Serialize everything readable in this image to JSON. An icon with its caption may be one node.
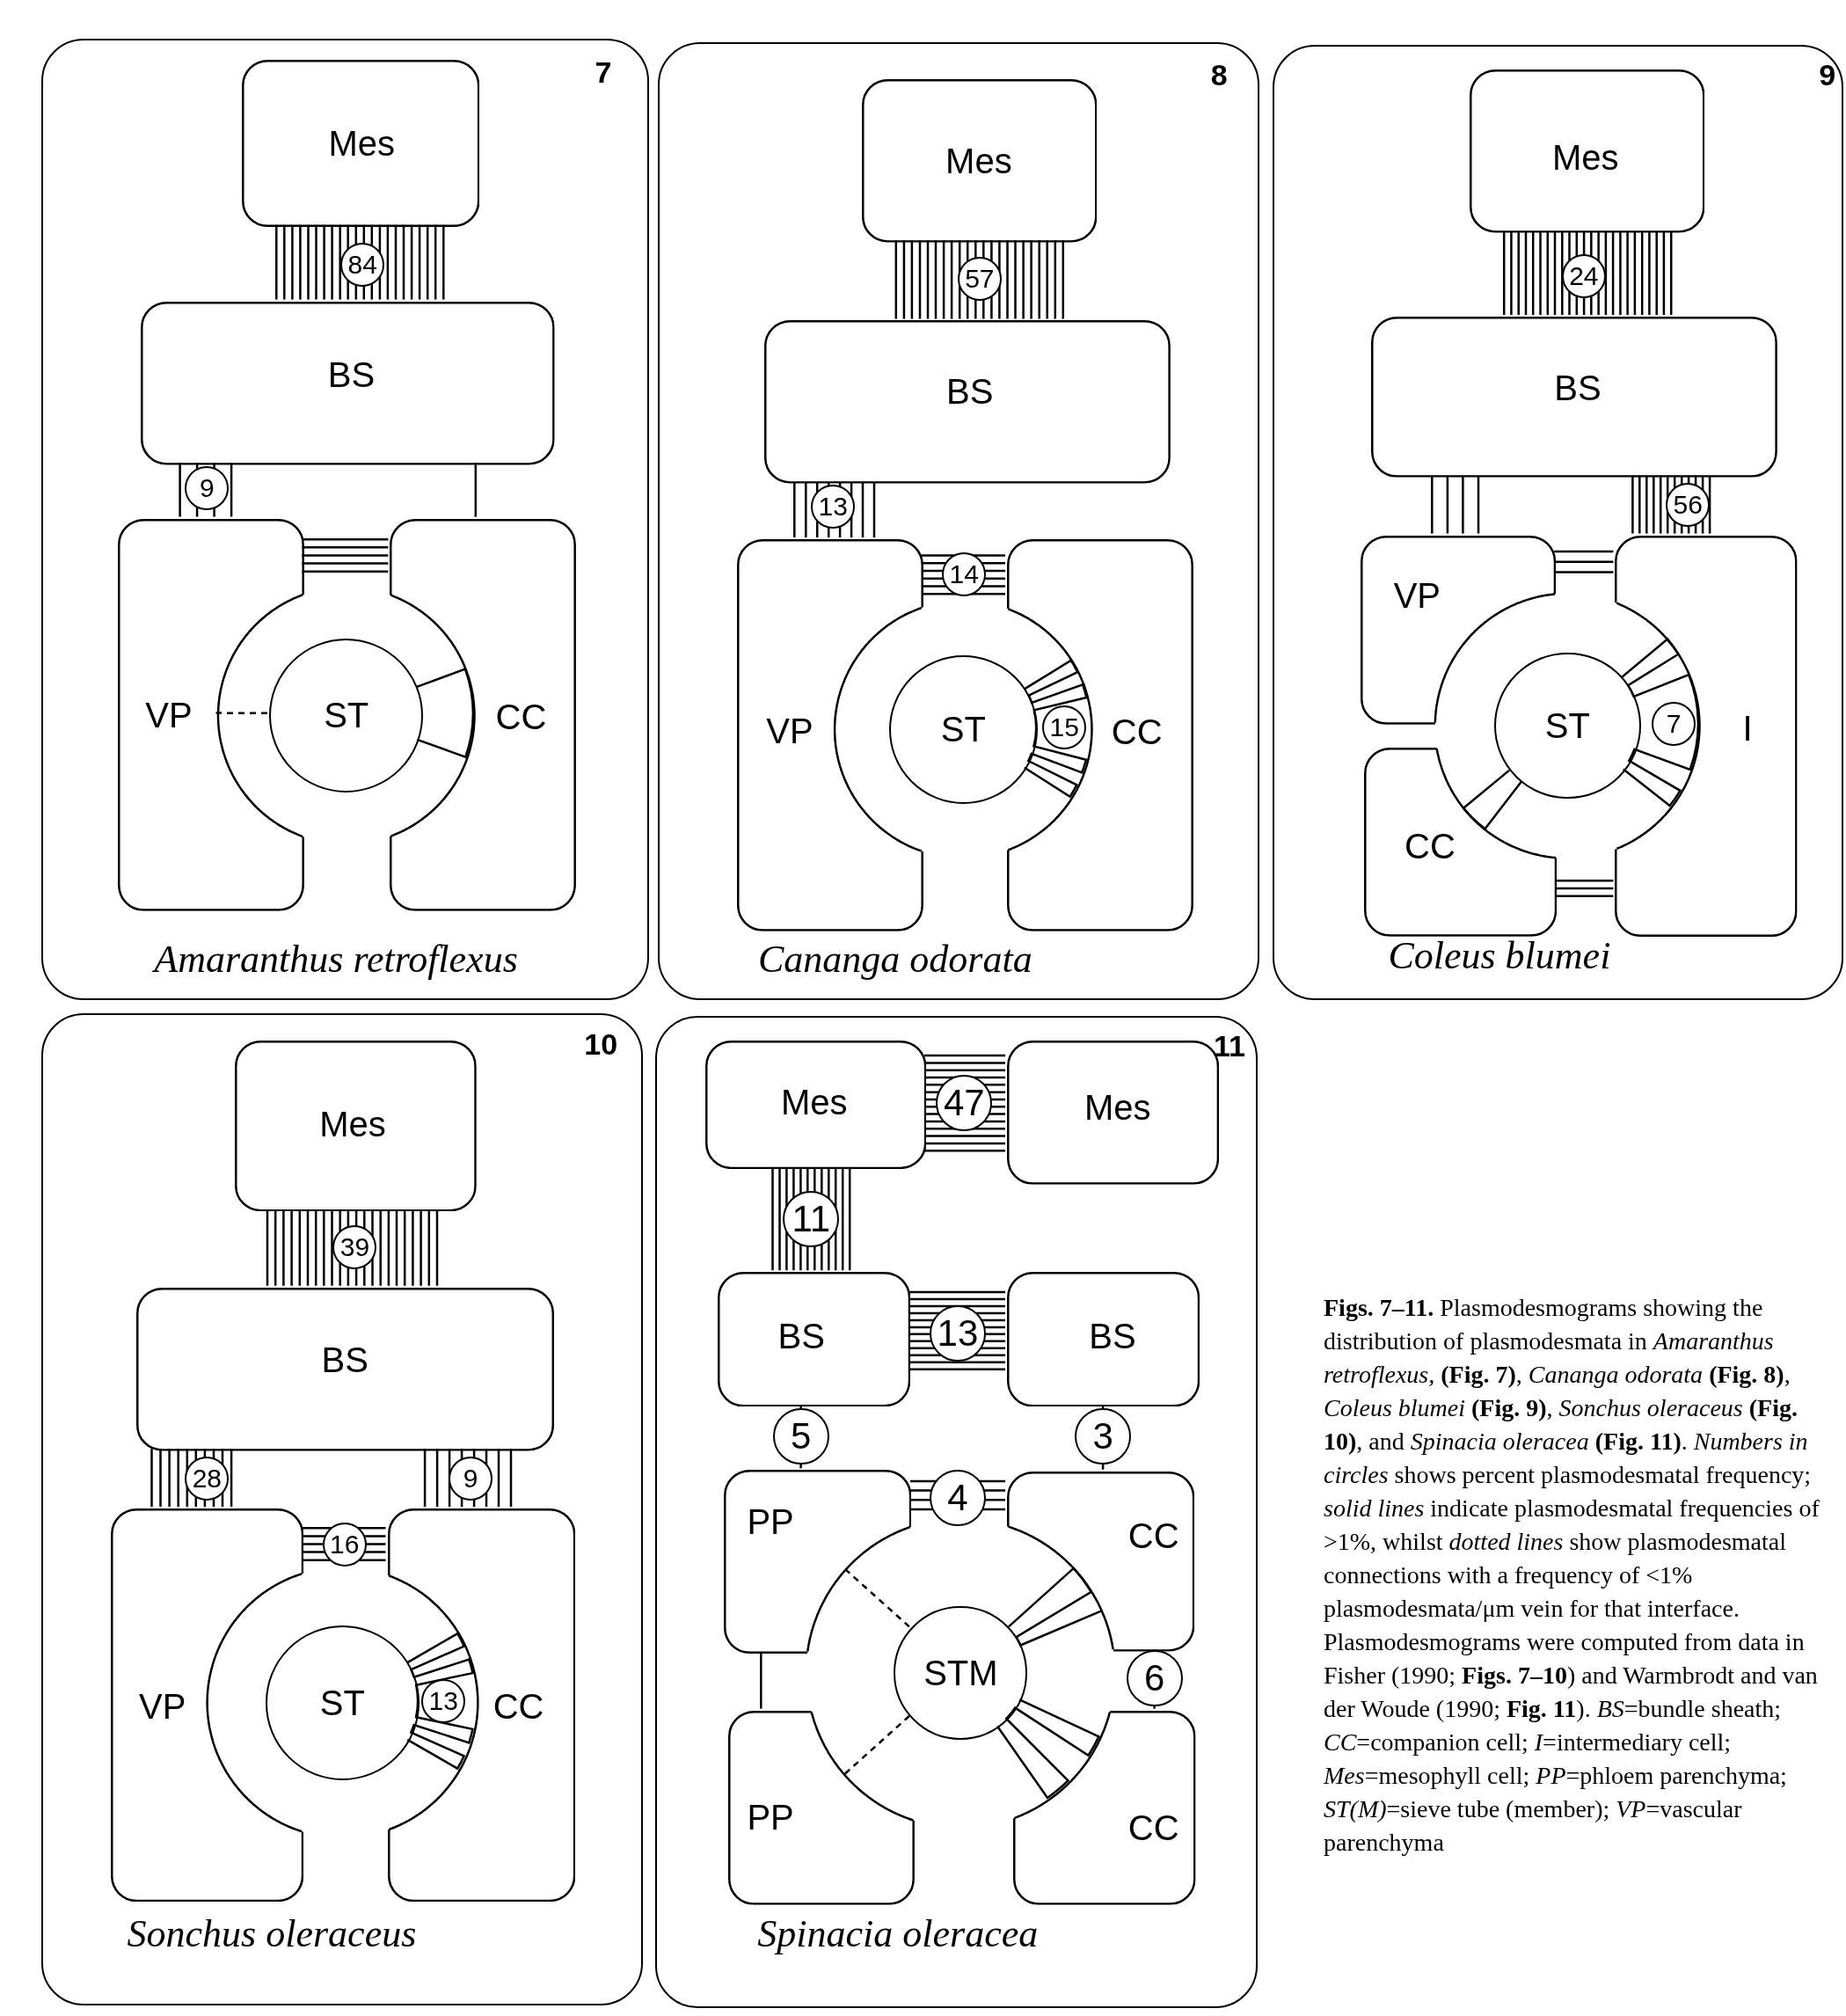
{
  "diagram": {
    "caption": "**Figs. 7–11.** Plasmodesmograms showing the distribution of plasmodesmata in *Amaranthus retroflexus,* **(Fig. 7)**, *Cananga odorata* **(Fig. 8)**, *Coleus blumei* **(Fig. 9)**, *Sonchus oleraceus* **(Fig. 10)**, and *Spinacia oleracea* **(Fig. 11)**. *Numbers in circles* shows percent plasmodesmatal frequency; *solid lines* indicate plasmodesmatal frequencies of >1%, whilst *dotted lines* show plasmodesmatal connections with a frequency of <1% plasmodesmata/μm vein for that interface. Plasmodesmograms were computed from data in Fisher (1990; **Figs. 7–10**) and Warmbrodt and van der Woude (1990; **Fig. 11**). *BS*=bundle sheath; *CC*=companion cell; *I*=intermediary cell; *Mes*=mesophyll cell; *PP*=phloem parenchyma; *ST(M)*=sieve tube (member); *VP*=vascular parenchyma",
    "nodes": [
      {
        "text": [
          "7",
          "Amaranthus retroflexus"
        ]
      },
      {
        "text": [
          "Mes"
        ],
        "in": 0
      },
      {
        "text": [
          "BS"
        ],
        "in": 0
      },
      {
        "text": [
          "VP"
        ],
        "in": 0
      },
      {
        "text": [
          "ST"
        ],
        "in": 0
      },
      {
        "text": [
          "CC"
        ],
        "in": 0
      },
      {
        "text": [
          "8",
          "Cananga odorata"
        ]
      },
      {
        "text": [
          "Mes"
        ],
        "in": 6
      },
      {
        "text": [
          "BS"
        ],
        "in": 6
      },
      {
        "text": [
          "VP"
        ],
        "in": 6
      },
      {
        "text": [
          "ST"
        ],
        "in": 6
      },
      {
        "text": [
          "CC"
        ],
        "in": 6
      },
      {
        "text": [
          "9",
          "Coleus blumei"
        ]
      },
      {
        "text": [
          "Mes"
        ],
        "in": 12
      },
      {
        "text": [
          "BS"
        ],
        "in": 12
      },
      {
        "text": [
          "VP"
        ],
        "in": 12
      },
      {
        "text": [
          "ST"
        ],
        "in": 12
      },
      {
        "text": [
          "I"
        ],
        "in": 12
      },
      {
        "text": [
          "CC"
        ],
        "in": 12
      },
      {
        "text": [
          "10",
          "Sonchus oleraceus"
        ]
      },
      {
        "text": [
          "Mes"
        ],
        "in": 19
      },
      {
        "text": [
          "BS"
        ],
        "in": 19
      },
      {
        "text": [
          "VP"
        ],
        "in": 19
      },
      {
        "text": [
          "ST"
        ],
        "in": 19
      },
      {
        "text": [
          "CC"
        ],
        "in": 19
      },
      {
        "text": [
          "11",
          "Spinacia oleracea"
        ]
      },
      {
        "text": [
          "Mes"
        ],
        "in": 25
      },
      {
        "text": [
          "Mes"
        ],
        "in": 25
      },
      {
        "text": [
          "BS"
        ],
        "in": 25
      },
      {
        "text": [
          "BS"
        ],
        "in": 25
      },
      {
        "text": [
          "PP"
        ],
        "in": 25
      },
      {
        "text": [
          "PP"
        ],
        "in": 25
      },
      {
        "text": [
          "STM"
        ],
        "in": 25
      },
      {
        "text": [
          "CC"
        ],
        "in": 25
      },
      {
        "text": [
          "CC"
        ],
        "in": 25
      }
    ],
    "edges": [
      {
        "from": 1,
        "to": 2,
        "arrow": "none",
        "label": "84"
      },
      {
        "from": 2,
        "to": 3,
        "arrow": "none",
        "label": "9"
      },
      {
        "from": 2,
        "to": 5,
        "arrow": "none"
      },
      {
        "from": 3,
        "to": 5,
        "arrow": "none"
      },
      {
        "from": 3,
        "to": 4,
        "arrow": "none",
        "style": "dashed"
      },
      {
        "from": 4,
        "to": 5,
        "arrow": "none"
      },
      {
        "from": 7,
        "to": 8,
        "arrow": "none",
        "label": "57"
      },
      {
        "from": 8,
        "to": 9,
        "arrow": "none",
        "label": "13"
      },
      {
        "from": 9,
        "to": 11,
        "arrow": "none",
        "label": "14"
      },
      {
        "from": 10,
        "to": 11,
        "arrow": "none",
        "label": "15"
      },
      {
        "from": 13,
        "to": 14,
        "arrow": "none",
        "label": "24"
      },
      {
        "from": 14,
        "to": 15,
        "arrow": "none"
      },
      {
        "from": 14,
        "to": 17,
        "arrow": "none",
        "label": "56"
      },
      {
        "from": 15,
        "to": 17,
        "arrow": "none"
      },
      {
        "from": 16,
        "to": 17,
        "arrow": "none",
        "label": "7"
      },
      {
        "from": 16,
        "to": 18,
        "arrow": "none"
      },
      {
        "from": 18,
        "to": 17,
        "arrow": "none"
      },
      {
        "from": 20,
        "to": 21,
        "arrow": "none",
        "label": "39"
      },
      {
        "from": 21,
        "to": 22,
        "arrow": "none",
        "label": "28"
      },
      {
        "from": 21,
        "to": 24,
        "arrow": "none",
        "label": "9"
      },
      {
        "from": 22,
        "to": 24,
        "arrow": "none",
        "label": "16"
      },
      {
        "from": 23,
        "to": 24,
        "arrow": "none",
        "label": "13"
      },
      {
        "from": 26,
        "to": 27,
        "arrow": "none",
        "label": "47"
      },
      {
        "from": 26,
        "to": 28,
        "arrow": "none",
        "label": "11"
      },
      {
        "from": 28,
        "to": 29,
        "arrow": "none",
        "label": "13"
      },
      {
        "from": 28,
        "to": 30,
        "arrow": "none",
        "label": "5"
      },
      {
        "from": 29,
        "to": 33,
        "arrow": "none",
        "label": "3"
      },
      {
        "from": 30,
        "to": 33,
        "arrow": "none",
        "label": "4"
      },
      {
        "from": 30,
        "to": 32,
        "arrow": "none",
        "style": "dashed"
      },
      {
        "from": 31,
        "to": 32,
        "arrow": "none",
        "style": "dashed"
      },
      {
        "from": 30,
        "to": 31,
        "arrow": "none"
      },
      {
        "from": 32,
        "to": 33,
        "arrow": "none"
      },
      {
        "from": 32,
        "to": 34,
        "arrow": "none"
      },
      {
        "from": 33,
        "to": 34,
        "arrow": "none",
        "label": "6"
      }
    ]
  }
}
